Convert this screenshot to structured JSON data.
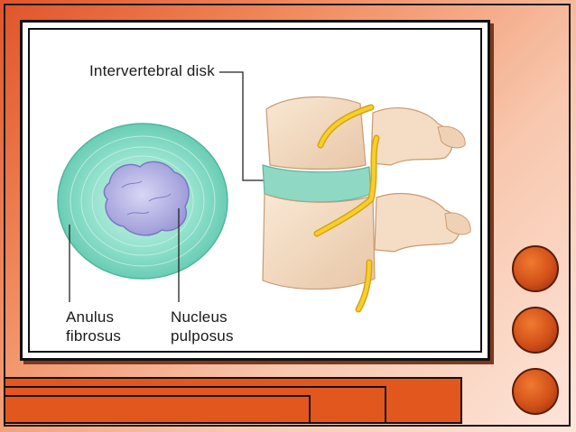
{
  "diagram": {
    "labels": {
      "intervertebral_disk": "Intervertebral disk",
      "anulus_line1": "Anulus",
      "anulus_line2": "fibrosus",
      "nucleus_line1": "Nucleus",
      "nucleus_line2": "pulposus"
    }
  },
  "colors": {
    "accent": "#e2571e",
    "anulus": "#7fd9c4",
    "nucleus": "#b6b3e6",
    "nerve": "#f2c21a",
    "bone": "#f3d9be"
  },
  "nav": {
    "buttons": [
      "circle-button",
      "circle-button",
      "circle-button"
    ]
  }
}
